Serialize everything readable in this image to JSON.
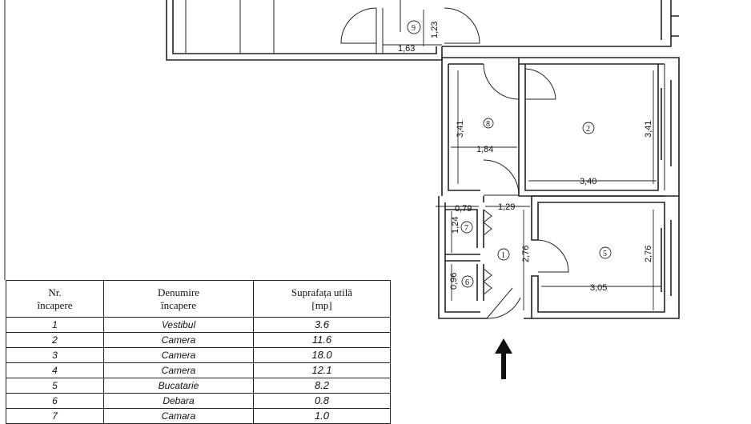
{
  "plan": {
    "dimensions": [
      "1,63",
      "1,23",
      "3,41",
      "1,84",
      "3,41",
      "3,40",
      "0,79",
      "1,29",
      "1,24",
      "2,76",
      "2,76",
      "3,05",
      "0,96"
    ],
    "rooms": [
      "9",
      "8",
      "2",
      "7",
      "1",
      "5",
      "6"
    ]
  },
  "table": {
    "headers": [
      "Nr.\nîncapere",
      "Denumire\nîncapere",
      "Suprafața utilă\n[mp]"
    ],
    "rows": [
      {
        "nr": "1",
        "name": "Vestibul",
        "area": "3.6"
      },
      {
        "nr": "2",
        "name": "Camera",
        "area": "11.6"
      },
      {
        "nr": "3",
        "name": "Camera",
        "area": "18.0"
      },
      {
        "nr": "4",
        "name": "Camera",
        "area": "12.1"
      },
      {
        "nr": "5",
        "name": "Bucatarie",
        "area": "8.2"
      },
      {
        "nr": "6",
        "name": "Debara",
        "area": "0.8"
      },
      {
        "nr": "7",
        "name": "Camara",
        "area": "1.0"
      }
    ]
  }
}
